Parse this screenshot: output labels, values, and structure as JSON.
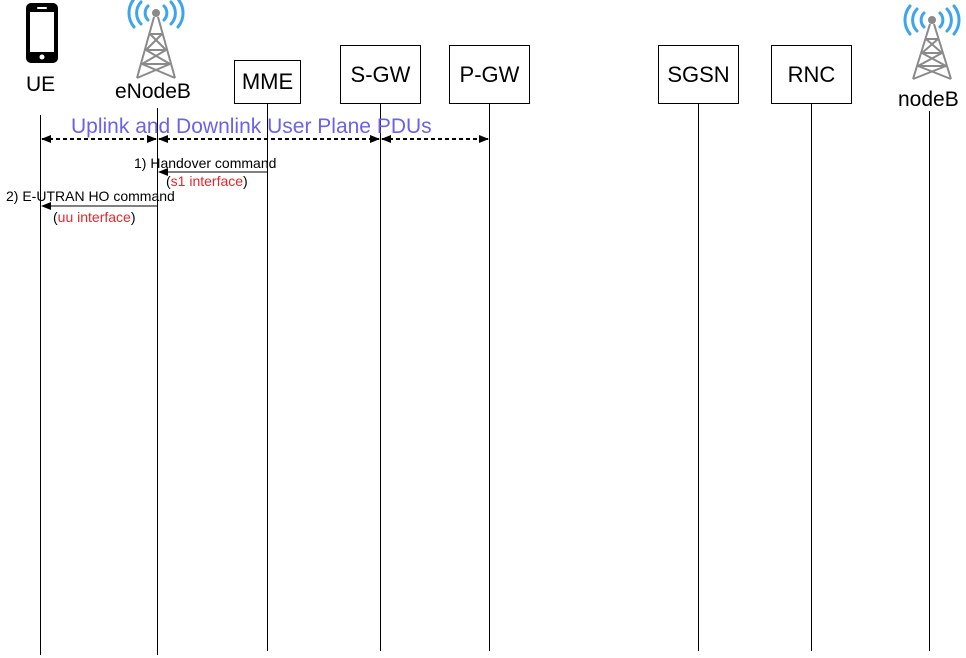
{
  "nodes": {
    "ue": {
      "label": "UE",
      "icon": "mobile-phone-icon"
    },
    "enodeb": {
      "label": "eNodeB",
      "icon": "cell-tower-icon"
    },
    "mme": {
      "label": "MME"
    },
    "sgw": {
      "label": "S-GW"
    },
    "pgw": {
      "label": "P-GW"
    },
    "sgsn": {
      "label": "SGSN"
    },
    "rnc": {
      "label": "RNC"
    },
    "nodeb": {
      "label": "nodeB",
      "icon": "cell-tower-icon"
    }
  },
  "user_plane": {
    "label": "Uplink and Downlink User Plane PDUs"
  },
  "messages": [
    {
      "label": "1) Handover command",
      "interface_open": "(",
      "interface": "s1 interface",
      "interface_close": ")"
    },
    {
      "label": "2) E-UTRAN HO command",
      "interface_open": "(",
      "interface": "uu interface",
      "interface_close": ")"
    }
  ],
  "colors": {
    "title": "#6a62ee",
    "interface": "#e8262a",
    "wave": "#3da4ee",
    "line": "#000000"
  }
}
